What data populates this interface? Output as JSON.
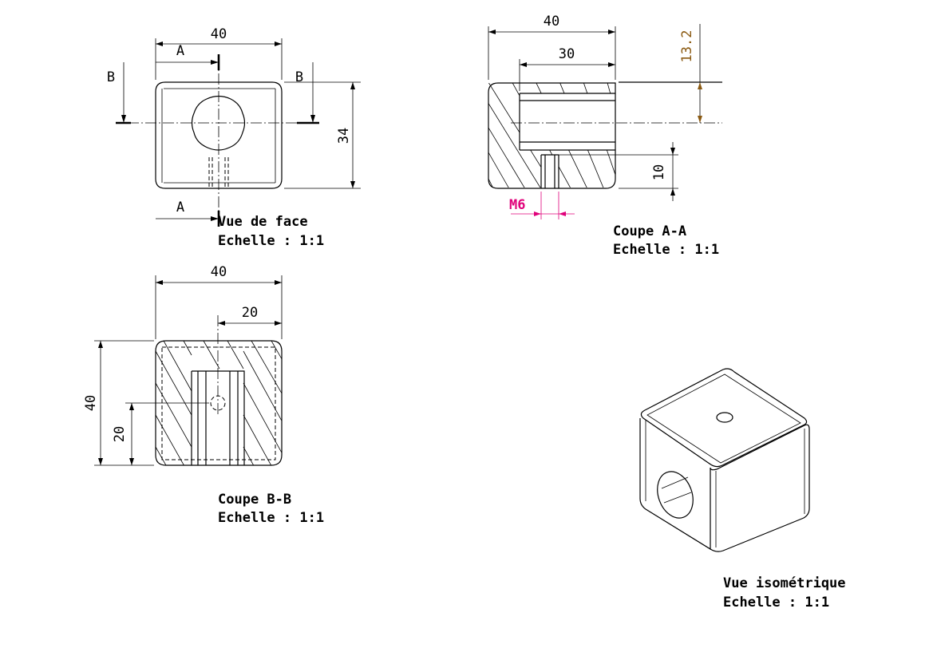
{
  "colors": {
    "line": "#000000",
    "tolerance_dim": "#8b5a12",
    "thread_note": "#e0007a"
  },
  "front_view": {
    "width_dim": "40",
    "height_dim": "34",
    "section_a_label": "A",
    "section_b_label": "B",
    "title": "Vue de face",
    "scale": "Echelle :  1:1"
  },
  "section_aa": {
    "width_dim": "40",
    "inner_dim": "30",
    "offset_dim": "13.2",
    "depth_dim": "10",
    "thread_note": "M6",
    "title": "Coupe A-A",
    "scale": "Echelle :  1:1"
  },
  "section_bb": {
    "width_dim": "40",
    "half_dim": "20",
    "height_dim": "40",
    "hole_height_dim": "20",
    "title": "Coupe B-B",
    "scale": "Echelle :  1:1"
  },
  "iso_view": {
    "title": "Vue isométrique",
    "scale": "Echelle :  1:1"
  }
}
